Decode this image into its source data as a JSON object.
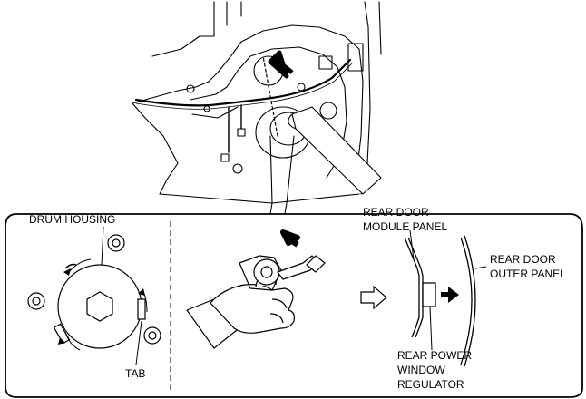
{
  "labels": {
    "drum_housing": "DRUM HOUSING",
    "tab": "TAB",
    "module_panel": [
      "REAR DOOR",
      "MODULE PANEL"
    ],
    "outer_panel": [
      "REAR DOOR",
      "OUTER PANEL"
    ],
    "regulator": [
      "REAR POWER",
      "WINDOW",
      "REGULATOR"
    ]
  },
  "colors": {
    "line": "#000000",
    "fill": "#ffffff"
  },
  "icons": {
    "arrow_outline": "hollow-right-arrow",
    "arrow_solid": "solid-right-arrow",
    "arrow_upper": "solid-up-left-arrow"
  }
}
